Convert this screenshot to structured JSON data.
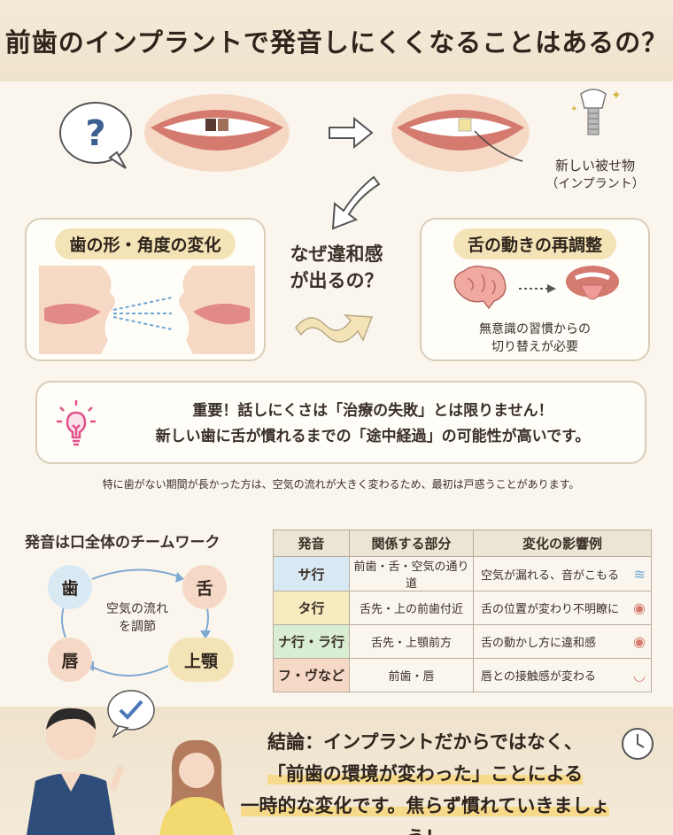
{
  "title": "前歯のインプラントで発音しにくくなることはあるの？",
  "top": {
    "new_crown_label": "新しい被せ物",
    "new_crown_sub": "（インプラント）"
  },
  "left_card": {
    "title": "歯の形・角度の変化"
  },
  "center": {
    "question_line1": "なぜ違和感",
    "question_line2": "が出るの？"
  },
  "right_card": {
    "title": "舌の動きの再調整",
    "desc_line1": "無意識の習慣からの",
    "desc_line2": "切り替えが必要"
  },
  "important": {
    "line1": "重要！話しにくさは「治療の失敗」とは限りません！",
    "line2": "新しい歯に舌が慣れるまでの「途中経過」の可能性が高いです。"
  },
  "note": "特に歯がない期間が長かった方は、空気の流れが大きく変わるため、最初は戸惑うことがあります。",
  "teamwork": {
    "title": "発音は口全体のチームワーク",
    "nodes": [
      "歯",
      "舌",
      "上顎",
      "唇"
    ],
    "center_line1": "空気の流れ",
    "center_line2": "を調節"
  },
  "table": {
    "headers": [
      "発音",
      "関係する部分",
      "変化の影響例"
    ],
    "rows": [
      [
        "サ行",
        "前歯・舌・空気の通り道",
        "空気が漏れる、音がこもる"
      ],
      [
        "タ行",
        "舌先・上の前歯付近",
        "舌の位置が変わり不明瞭に"
      ],
      [
        "ナ行・ラ行",
        "舌先・上顎前方",
        "舌の動かし方に違和感"
      ],
      [
        "フ・ヴなど",
        "前歯・唇",
        "唇との接触感が変わる"
      ]
    ]
  },
  "conclusion": {
    "line1": "結論：インプラントだからではなく、",
    "line2": "「前歯の環境が変わった」ことによる",
    "line3": "一時的な変化です。焦らず慣れていきましょう！"
  },
  "colors": {
    "accent_pill": "#f3e3b6",
    "highlight": "#f6d98a",
    "bulb": "#e0508a"
  }
}
